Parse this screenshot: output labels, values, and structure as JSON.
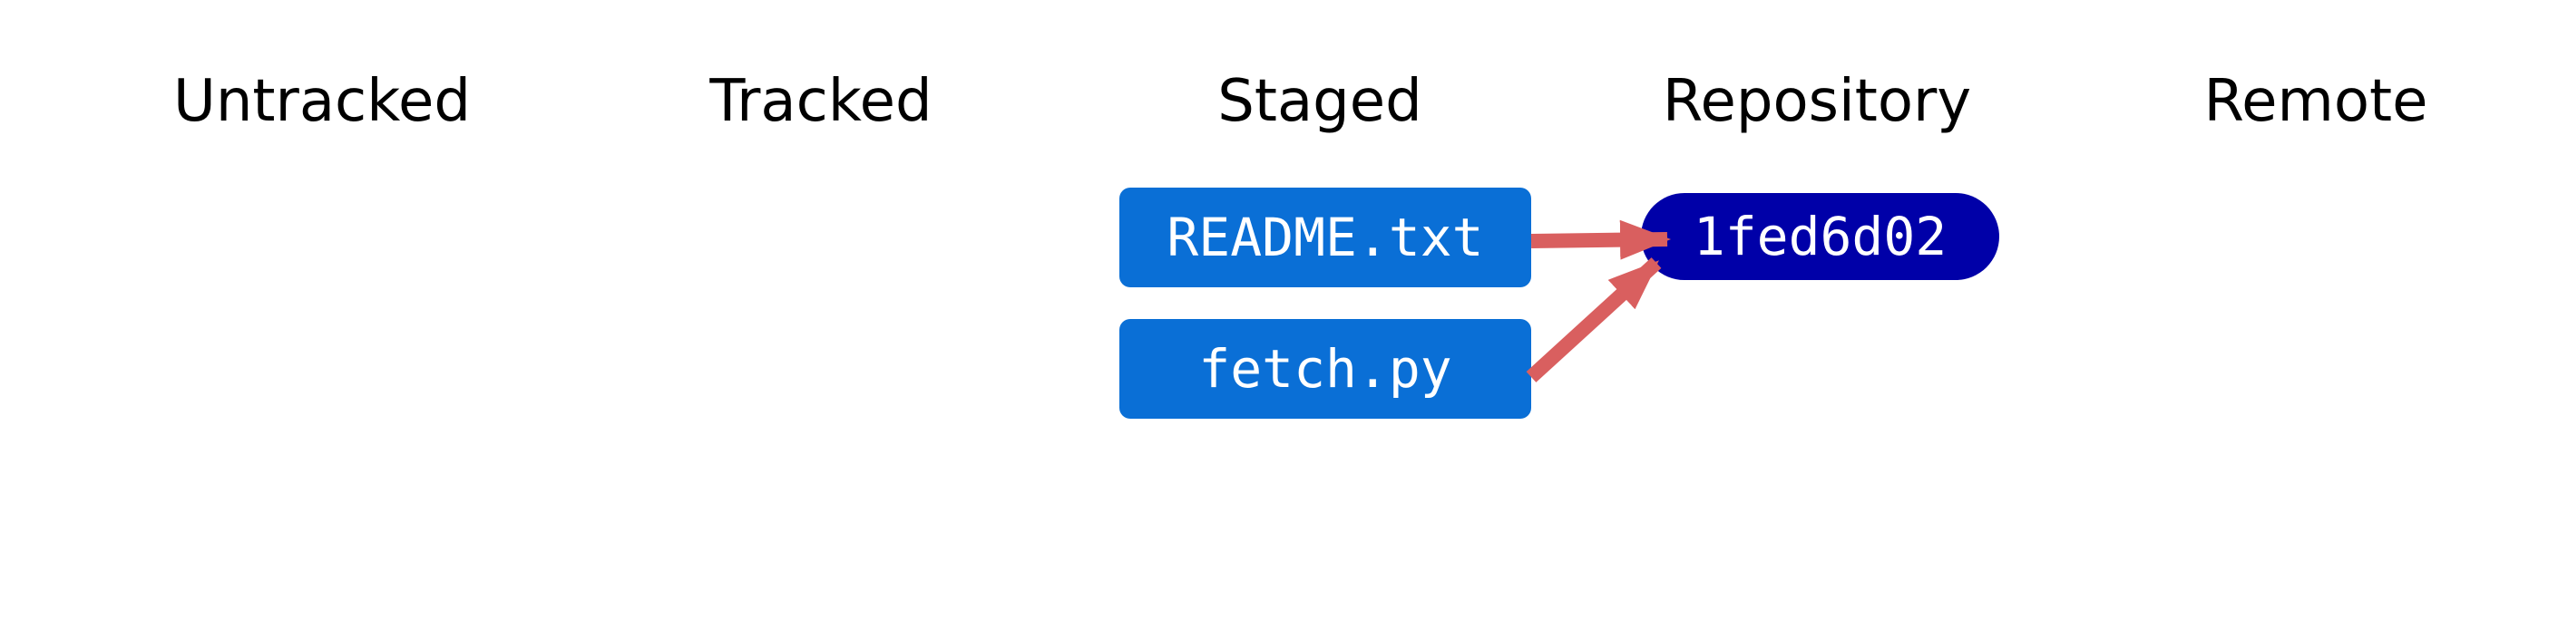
{
  "columns": [
    {
      "key": "untracked",
      "label": "Untracked"
    },
    {
      "key": "tracked",
      "label": "Tracked"
    },
    {
      "key": "staged",
      "label": "Staged"
    },
    {
      "key": "repository",
      "label": "Repository"
    },
    {
      "key": "remote",
      "label": "Remote"
    }
  ],
  "staged_files": [
    {
      "name": "README.txt"
    },
    {
      "name": "fetch.py"
    }
  ],
  "commit": {
    "hash": "1fed6d02"
  },
  "colors": {
    "file_box": "#0a6fd6",
    "commit": "#0000a8",
    "arrow": "#d95f5f",
    "label_text": "#000000",
    "box_text": "#ffffff"
  }
}
